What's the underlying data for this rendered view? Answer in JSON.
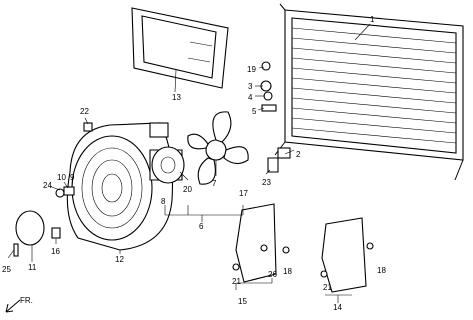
{
  "callouts": [
    "1",
    "2",
    "3",
    "4",
    "5",
    "6",
    "7",
    "8",
    "9",
    "10",
    "11",
    "12",
    "13",
    "14",
    "15",
    "16",
    "17",
    "18",
    "19",
    "20",
    "21",
    "22",
    "23",
    "24",
    "25",
    "26"
  ],
  "extra": {
    "label_18b": "18",
    "label_21b": "21",
    "direction": "FR."
  }
}
